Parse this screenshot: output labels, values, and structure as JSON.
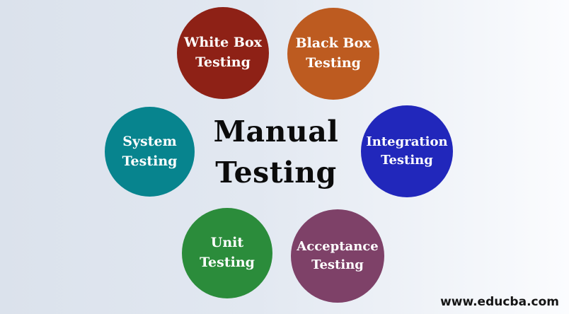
{
  "title": {
    "line1": "Manual",
    "line2": "Testing",
    "color": "#0b0b0b"
  },
  "background": {
    "gradient_left": "#dbe2ec",
    "gradient_right": "#fbfcfe"
  },
  "circles": [
    {
      "id": "white-box",
      "line1": "White Box",
      "line2": "Testing",
      "color": "#8e2116",
      "text_color": "#ffffff"
    },
    {
      "id": "black-box",
      "line1": "Black Box",
      "line2": "Testing",
      "color": "#bd5b20",
      "text_color": "#ffffff"
    },
    {
      "id": "system",
      "line1": "System",
      "line2": "Testing",
      "color": "#07848e",
      "text_color": "#ffffff"
    },
    {
      "id": "integration",
      "line1": "Integration",
      "line2": "Testing",
      "color": "#2127bb",
      "text_color": "#ffffff"
    },
    {
      "id": "unit",
      "line1": "Unit",
      "line2": "Testing",
      "color": "#2b8c3b",
      "text_color": "#ffffff"
    },
    {
      "id": "acceptance",
      "line1": "Acceptance",
      "line2": "Testing",
      "color": "#7e4168",
      "text_color": "#ffffff"
    }
  ],
  "watermark": {
    "text": "www.educba.com",
    "color": "#151515"
  }
}
